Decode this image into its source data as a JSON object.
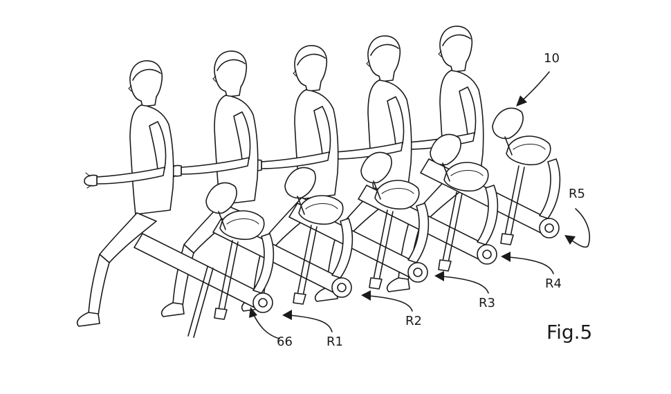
{
  "figure": {
    "caption": "Fig.5",
    "reference_numerals": {
      "assembly": "10",
      "frame": "66",
      "row_1": "R1",
      "row_2": "R2",
      "row_3": "R3",
      "row_4": "R4",
      "row_5": "R5"
    }
  }
}
